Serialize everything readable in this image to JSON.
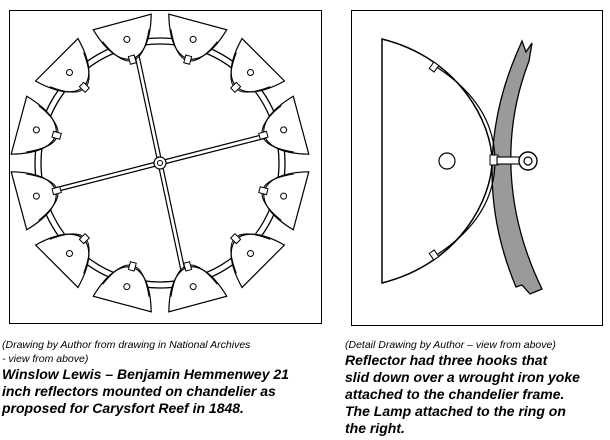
{
  "left_figure": {
    "caption_small_line1": "(Drawing by Author from drawing in National Archives",
    "caption_small_line2": "- view from above)",
    "caption_main_line1": "Winslow Lewis – Benjamin Hemmenwey 21",
    "caption_main_line2": "inch reflectors mounted on chandelier as",
    "caption_main_line3": "proposed for Carysfort Reef in 1848.",
    "reflector_count": 12
  },
  "right_figure": {
    "caption_small": "(Detail Drawing by Author – view from above)",
    "caption_main_line1": "Reflector had three hooks that",
    "caption_main_line2": "slid down over a wrought iron yoke",
    "caption_main_line3": "attached to the chandelier frame.",
    "caption_main_line4": "The Lamp attached to the ring on",
    "caption_main_line5": "the right."
  },
  "colors": {
    "yoke_gray": "#9a9a9a",
    "line": "#000000",
    "fill": "#ffffff"
  }
}
